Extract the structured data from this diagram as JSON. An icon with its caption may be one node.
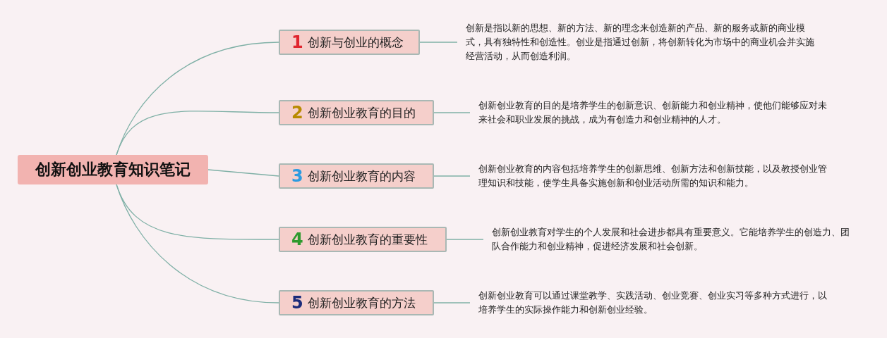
{
  "diagram": {
    "nodes": [
      {
        "text": [
          "创新创业教育知识笔记"
        ]
      },
      {
        "text": [
          "1",
          "创新与创业的概念"
        ]
      },
      {
        "text": [
          "2",
          "创新创业教育的目的"
        ]
      },
      {
        "text": [
          "3",
          "创新创业教育的内容"
        ]
      },
      {
        "text": [
          "4",
          "创新创业教育的重要性"
        ]
      },
      {
        "text": [
          "5",
          "创新创业教育的方法"
        ]
      },
      {
        "text": [
          "创新是指以新的思想、新的方法、新的理念来创造新的产品、新的服务或新的商业模式，具有独特性和创造性。创业是指通过创新，将创新转化为市场中的商业机会并实施经营活动，从而创造利润。"
        ]
      },
      {
        "text": [
          "创新创业教育的目的是培养学生的创新意识、创新能力和创业精神，使他们能够应对未来社会和职业发展的挑战，成为有创造力和创业精神的人才。"
        ]
      },
      {
        "text": [
          "创新创业教育的内容包括培养学生的创新思维、创新方法和创新技能，以及教授创业管理知识和技能，使学生具备实施创新和创业活动所需的知识和能力。"
        ]
      },
      {
        "text": [
          "创新创业教育对学生的个人发展和社会进步都具有重要意义。它能培养学生的创造力、团队合作能力和创业精神，促进经济发展和社会创新。"
        ]
      },
      {
        "text": [
          "创新创业教育可以通过课堂教学、实践活动、创业竞赛、创业实习等多种方式进行，以培养学生的实际操作能力和创新创业经验。"
        ]
      }
    ],
    "edges": [
      {
        "from": 0,
        "to": 1,
        "arrow": "none"
      },
      {
        "from": 0,
        "to": 2,
        "arrow": "none"
      },
      {
        "from": 0,
        "to": 3,
        "arrow": "none"
      },
      {
        "from": 0,
        "to": 4,
        "arrow": "none"
      },
      {
        "from": 0,
        "to": 5,
        "arrow": "none"
      },
      {
        "from": 1,
        "to": 6,
        "arrow": "none"
      },
      {
        "from": 2,
        "to": 7,
        "arrow": "none"
      },
      {
        "from": 3,
        "to": 8,
        "arrow": "none"
      },
      {
        "from": 4,
        "to": 9,
        "arrow": "none"
      },
      {
        "from": 5,
        "to": 10,
        "arrow": "none"
      }
    ]
  }
}
